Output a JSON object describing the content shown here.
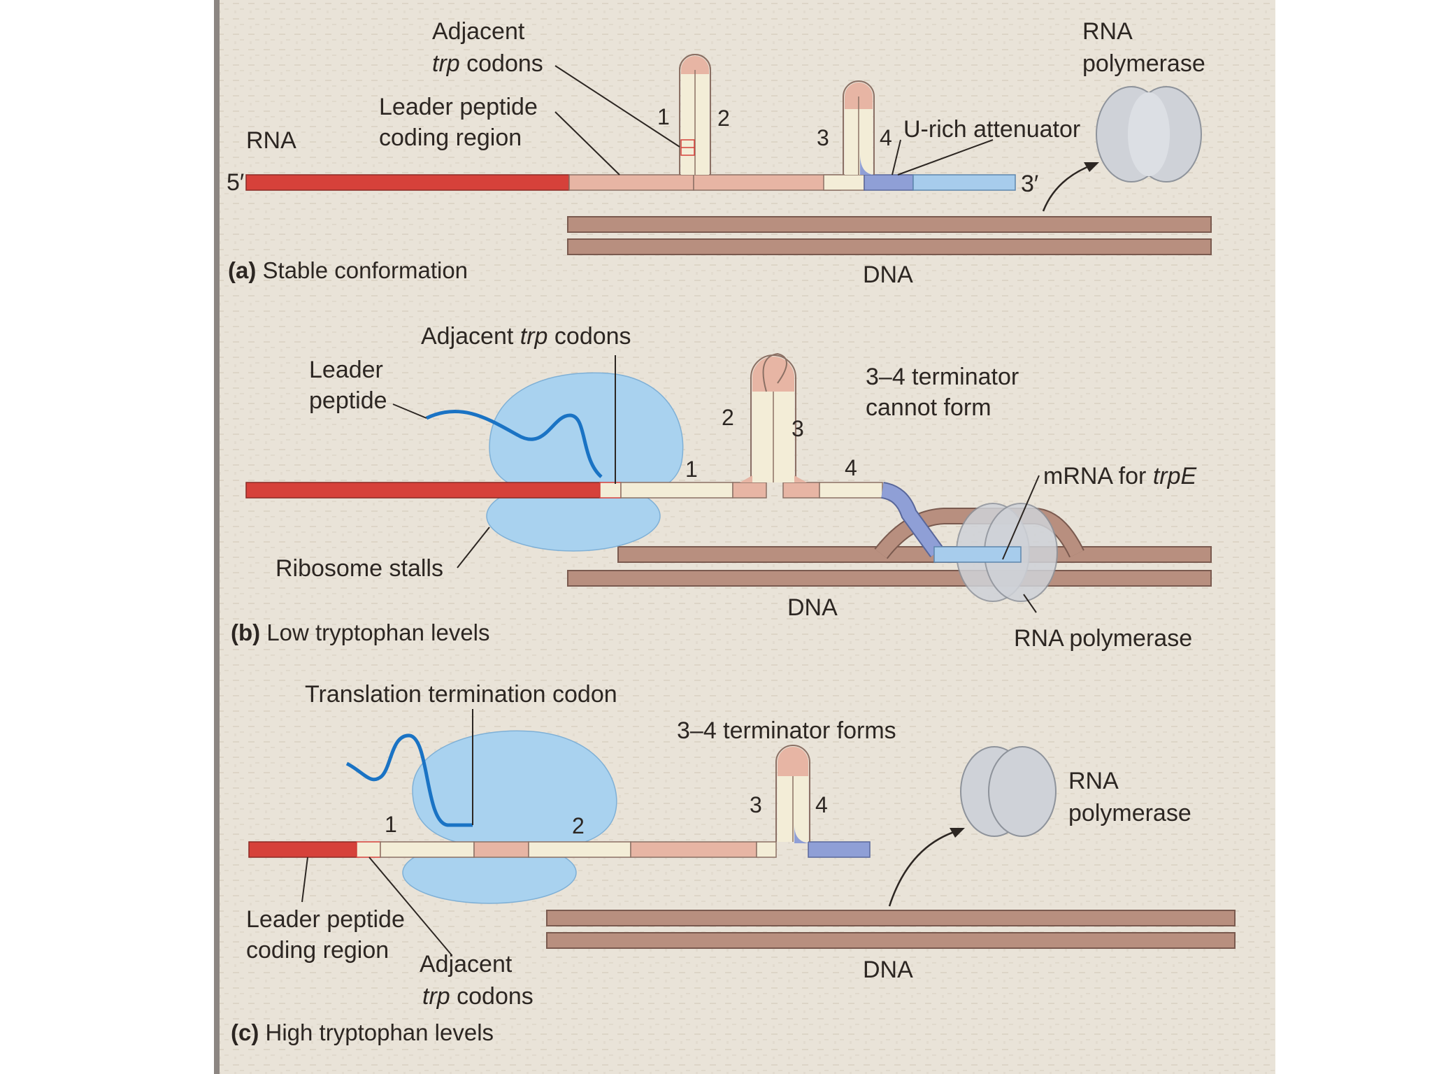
{
  "panel_a": {
    "caption_letter": "(a)",
    "caption_text": "Stable conformation",
    "rna_label": "RNA",
    "five_prime": "5′",
    "three_prime": "3′",
    "adjacent_prefix": "Adjacent",
    "adjacent_italic": "trp",
    "adjacent_suffix": "codons",
    "leader_line1": "Leader peptide",
    "leader_line2": "coding region",
    "region_1": "1",
    "region_2": "2",
    "region_3": "3",
    "region_4": "4",
    "attenuator_label": "U-rich attenuator",
    "polymerase_line1": "RNA",
    "polymerase_line2": "polymerase",
    "dna_label": "DNA"
  },
  "panel_b": {
    "caption_letter": "(b)",
    "caption_text": "Low tryptophan levels",
    "adjacent_prefix": "Adjacent",
    "adjacent_italic": "trp",
    "adjacent_suffix": "codons",
    "leader_line1": "Leader",
    "leader_line2": "peptide",
    "terminator_line1": "3–4 terminator",
    "terminator_line2": "cannot form",
    "region_1": "1",
    "region_2": "2",
    "region_3": "3",
    "region_4": "4",
    "mrna_prefix": "mRNA for",
    "mrna_italic": "trpE",
    "ribosome_label": "Ribosome stalls",
    "dna_label": "DNA",
    "polymerase_label": "RNA polymerase"
  },
  "panel_c": {
    "caption_letter": "(c)",
    "caption_text": "High tryptophan levels",
    "termination_label": "Translation termination codon",
    "terminator_label": "3–4 terminator forms",
    "region_1": "1",
    "region_2": "2",
    "region_3": "3",
    "region_4": "4",
    "polymerase_line1": "RNA",
    "polymerase_line2": "polymerase",
    "leader_line1": "Leader peptide",
    "leader_line2": "coding region",
    "adjacent_line1": "Adjacent",
    "adjacent_italic": "trp",
    "adjacent_suffix": "codons",
    "dna_label": "DNA"
  },
  "colors": {
    "page_bg": "#e9e3d8",
    "leader_red": "#d6413a",
    "rna_pink": "#e7b5a4",
    "rna_cream": "#f3edd7",
    "attenuator_blue": "#8f9fd6",
    "mrna_light_blue": "#a7ccec",
    "dna_brown": "#b88f7f",
    "ribosome_blue": "#a9d2ef",
    "peptide_blue": "#1a73c4",
    "polymerase_grey": "#cfd2d8"
  }
}
